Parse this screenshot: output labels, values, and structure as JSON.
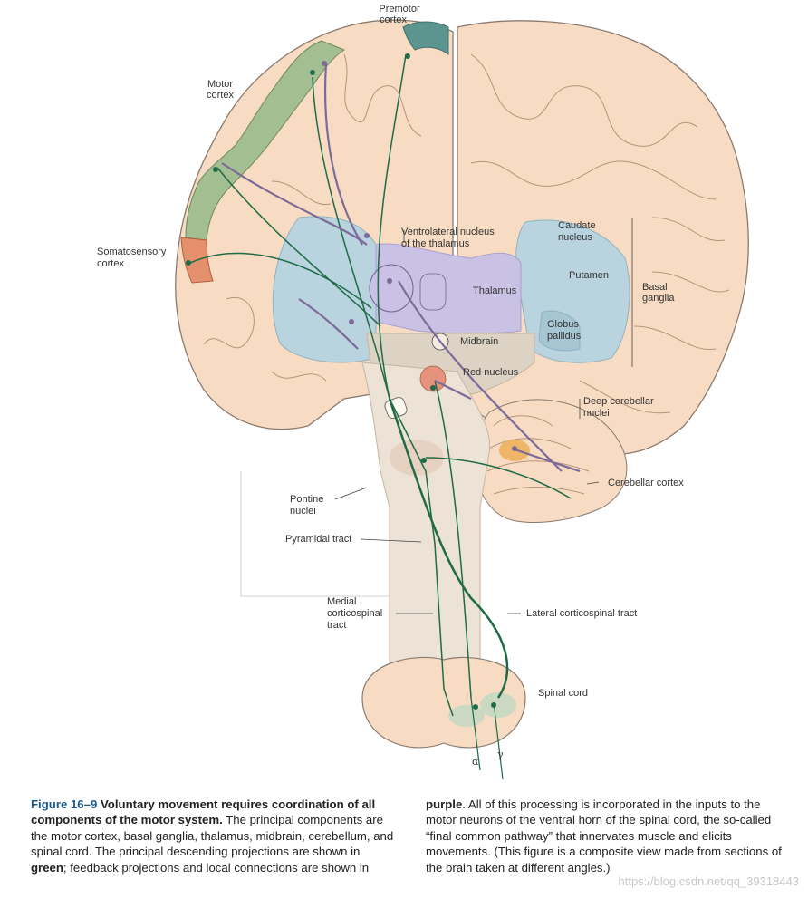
{
  "labels": {
    "premotor_l1": "Premotor",
    "premotor_l2": "cortex",
    "motor_l1": "Motor",
    "motor_l2": "cortex",
    "somato_l1": "Somatosensory",
    "somato_l2": "cortex",
    "vl_l1": "Ventrolateral nucleus",
    "vl_l2": "of the thalamus",
    "caudate_l1": "Caudate",
    "caudate_l2": "nucleus",
    "putamen": "Putamen",
    "basal_l1": "Basal",
    "basal_l2": "ganglia",
    "thalamus": "Thalamus",
    "globus_l1": "Globus",
    "globus_l2": "pallidus",
    "midbrain": "Midbrain",
    "red_nucleus": "Red nucleus",
    "deep_cb_l1": "Deep cerebellar",
    "deep_cb_l2": "nuclei",
    "cb_cortex": "Cerebellar cortex",
    "pontine_l1": "Pontine",
    "pontine_l2": "nuclei",
    "pyramidal": "Pyramidal tract",
    "medial_l1": "Medial",
    "medial_l2": "corticospinal",
    "medial_l3": "tract",
    "lateral": "Lateral corticospinal tract",
    "spinal_cord": "Spinal cord",
    "alpha": "α",
    "gamma": "γ"
  },
  "caption": {
    "fig_num": "Figure 16–9",
    "title": "Voluntary movement requires coordination of all components of the motor system.",
    "t1": "The principal components are the motor cortex, basal ganglia, thalamus, midbrain, cerebellum, and spinal cord. The principal descending projections are shown in",
    "green": "green",
    "t2": "; feedback projections and local connections are shown in",
    "purple": "purple",
    "t3": ". All of this processing is incorporated in the inputs to the motor neurons of the ventral horn of the spinal cord, the so-called “final common pathway” that innervates muscle and elicits movements. (This figure is a composite view made from sections of the brain taken at different angles.)"
  },
  "watermark": "https://blog.csdn.net/qq_39318443",
  "colors": {
    "tissue": "#f7dcc3",
    "tissue_outline": "#8a7a6e",
    "basal_ganglia": "#b9d3df",
    "thalamus": "#c9c2e4",
    "midbrain": "#ddd3c4",
    "red_nucleus": "#e6927c",
    "deep_cerebellar": "#f0b667",
    "motor_cortex": "#a3be90",
    "premotor_cortex": "#5c958f",
    "somatosensory_cortex": "#e5906d",
    "descending": "#1e6b45",
    "feedback": "#7c6a98",
    "caption_accent": "#1b5a8c"
  }
}
